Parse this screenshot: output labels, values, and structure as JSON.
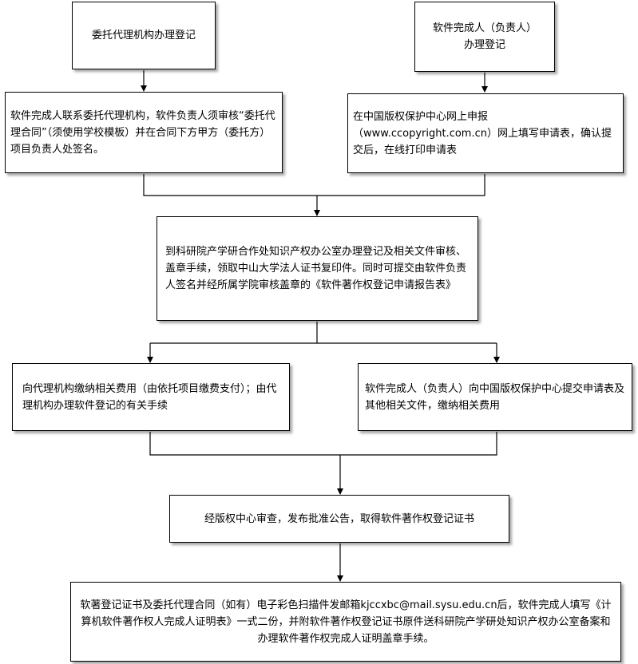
{
  "nodes": {
    "entrust_register": "委托代理机构办理登记",
    "self_register_line1": "软件完成人（负责人）",
    "self_register_line2": "办理登记",
    "agent_contract": "软件完成人联系委托代理机构，软件负责人须审核“委托代理合同”（须使用学校模板）并在合同下方甲方（委托方）项目负责人处签名。",
    "online_apply": "在中国版权保护中心网上申报（www.ccopyright.com.cn）网上填写申请表，确认提交后，在线打印申请表",
    "research_office": "到科研院产学研合作处知识产权办公室办理登记及相关文件审核、盖章手续，领取中山大学法人证书复印件。同时可提交由软件负责人签名并经所属学院审核盖章的《软件著作权登记申请报告表》",
    "agent_fee": "向代理机构缴纳相关费用（由依托项目缴费支付）；由代理机构办理软件登记的有关手续",
    "self_fee": "软件完成人（负责人）向中国版权保护中心提交申请表及其他相关文件，缴纳相关费用",
    "review": "经版权中心审查，发布批准公告，取得软件著作权登记证书",
    "final": "软著登记证书及委托代理合同（如有）电子彩色扫描件发邮箱kjccxbc@mail.sysu.edu.cn后，软件完成人填写《计算机软件著作权人完成人证明表》一式二份，并附软件著作权登记证书原件送科研院产学研处知识产权办公室备案和办理软件著作权完成人证明盖章手续。"
  }
}
